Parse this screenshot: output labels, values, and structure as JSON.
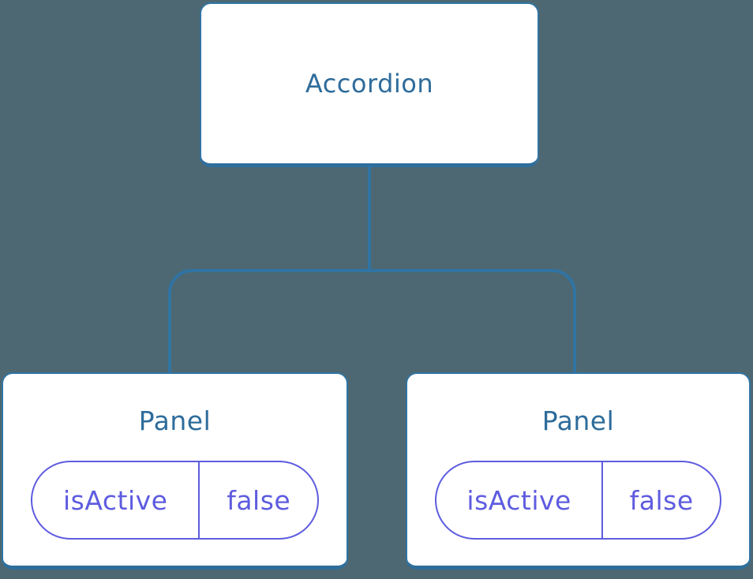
{
  "colors": {
    "background": "#4D6872",
    "line_blue": "#3074A3",
    "line_blue_dark": "#2E6E9C",
    "node_text_blue": "#2E6C9B",
    "pill_purple": "#5E5CDF",
    "node_fill": "#FFFFFF"
  },
  "tree": {
    "root": {
      "label": "Accordion"
    },
    "children": [
      {
        "label": "Panel",
        "props": [
          {
            "key": "isActive",
            "value": "false"
          }
        ]
      },
      {
        "label": "Panel",
        "props": [
          {
            "key": "isActive",
            "value": "false"
          }
        ]
      }
    ]
  }
}
